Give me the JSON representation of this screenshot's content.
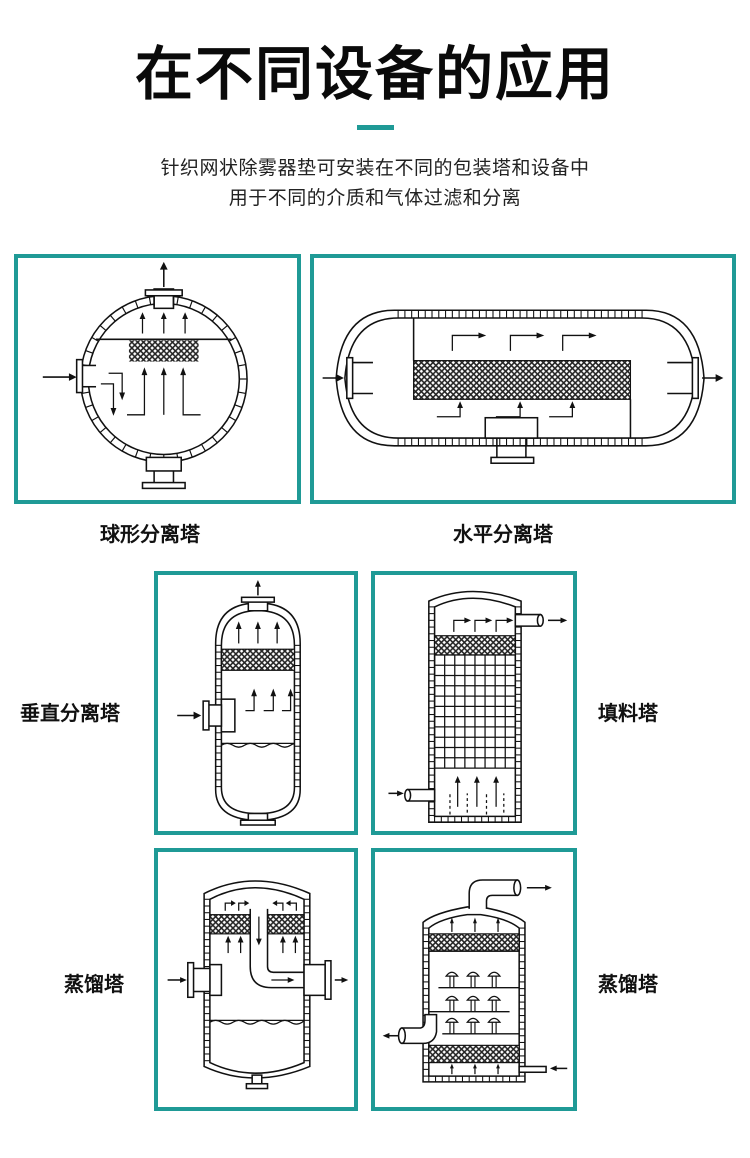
{
  "header": {
    "title": "在不同设备的应用",
    "accent_color": "#1f9a96",
    "subtitle_line1": "针织网状除雾器垫可安装在不同的包装塔和设备中",
    "subtitle_line2": "用于不同的介质和气体过滤和分离"
  },
  "panel_border_color": "#1f9a96",
  "diagrams": [
    {
      "id": "spherical",
      "label": "球形分离塔",
      "label_position": "below"
    },
    {
      "id": "horizontal",
      "label": "水平分离塔",
      "label_position": "below"
    },
    {
      "id": "vertical",
      "label": "垂直分离塔",
      "label_position": "left"
    },
    {
      "id": "packed",
      "label": "填料塔",
      "label_position": "right"
    },
    {
      "id": "distillation-1",
      "label": "蒸馏塔",
      "label_position": "left"
    },
    {
      "id": "distillation-2",
      "label": "蒸馏塔",
      "label_position": "right"
    }
  ]
}
